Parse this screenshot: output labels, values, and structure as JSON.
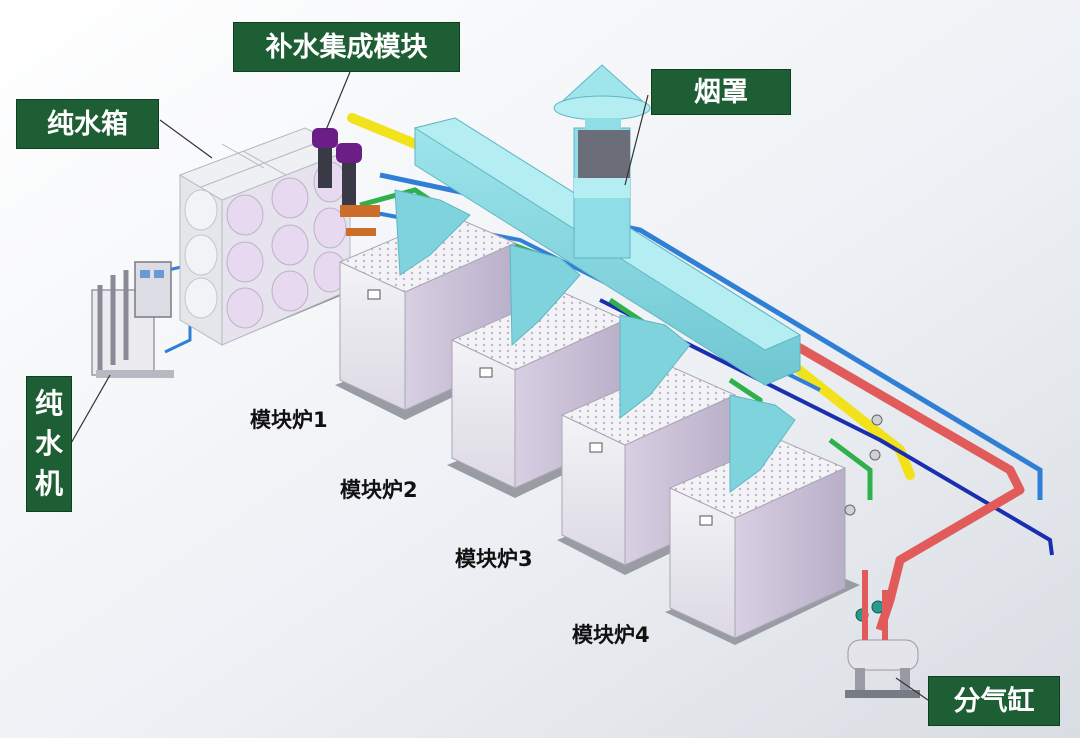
{
  "labels": {
    "makeup_module": "补水集成模块",
    "pure_tank": "纯水箱",
    "pure_machine": [
      "纯",
      "水",
      "机"
    ],
    "hood": "烟罩",
    "steam_header": "分气缸"
  },
  "furnaces": [
    {
      "label": "模块炉1"
    },
    {
      "label": "模块炉2"
    },
    {
      "label": "模块炉3"
    },
    {
      "label": "模块炉4"
    }
  ],
  "colors": {
    "label_bg": "#1e5e34",
    "label_text": "#ffffff",
    "duct": "#8fdde6",
    "steam_pipe": "#e25b5b",
    "water_pipe": "#2f7fd6",
    "gas_pipe": "#f2e21b",
    "return_pipe": "#1a2fb0",
    "green_pipe": "#2fb04a",
    "boiler_body": "#e7e3ee",
    "tank": "#dde0e6"
  },
  "icons": {
    "pump": "pump-icon",
    "valve": "valve-icon"
  }
}
